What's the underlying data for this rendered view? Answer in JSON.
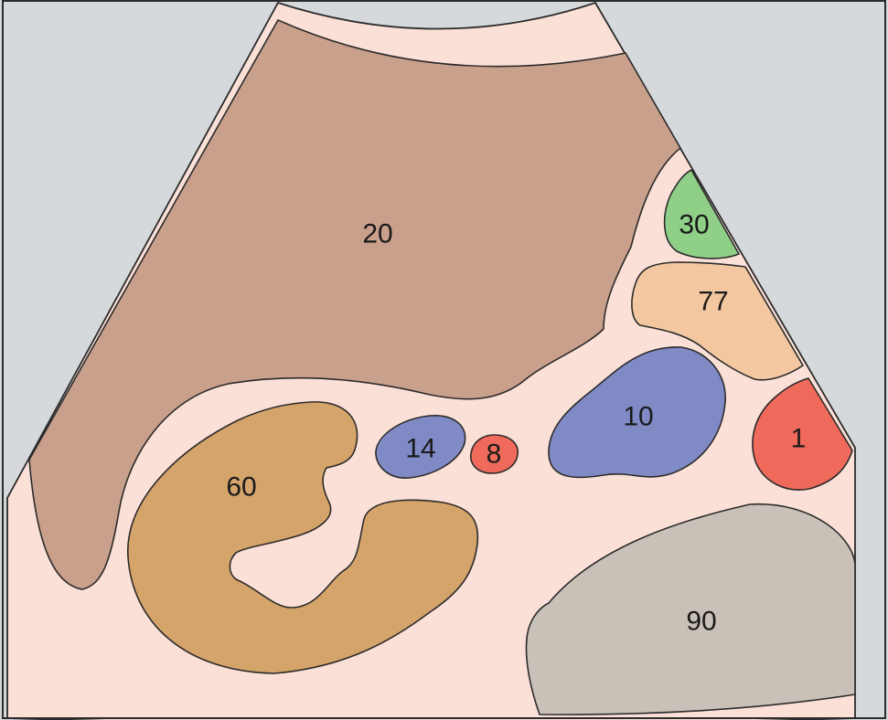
{
  "colors": {
    "background": "#d6d9db",
    "sector": "#fbe0d7",
    "frame": "#2b2b2b"
  },
  "regions": [
    {
      "id": "region-20",
      "label": "20",
      "color": "#c9a08c"
    },
    {
      "id": "region-30",
      "label": "30",
      "color": "#8fcf87"
    },
    {
      "id": "region-77",
      "label": "77",
      "color": "#f3c8a0"
    },
    {
      "id": "region-10",
      "label": "10",
      "color": "#808bc6"
    },
    {
      "id": "region-1",
      "label": "1",
      "color": "#ef6a5a"
    },
    {
      "id": "region-14",
      "label": "14",
      "color": "#808bc6"
    },
    {
      "id": "region-8",
      "label": "8",
      "color": "#ef6a5a"
    },
    {
      "id": "region-60",
      "label": "60",
      "color": "#d5a46b"
    },
    {
      "id": "region-90",
      "label": "90",
      "color": "#c9c1b8"
    }
  ]
}
